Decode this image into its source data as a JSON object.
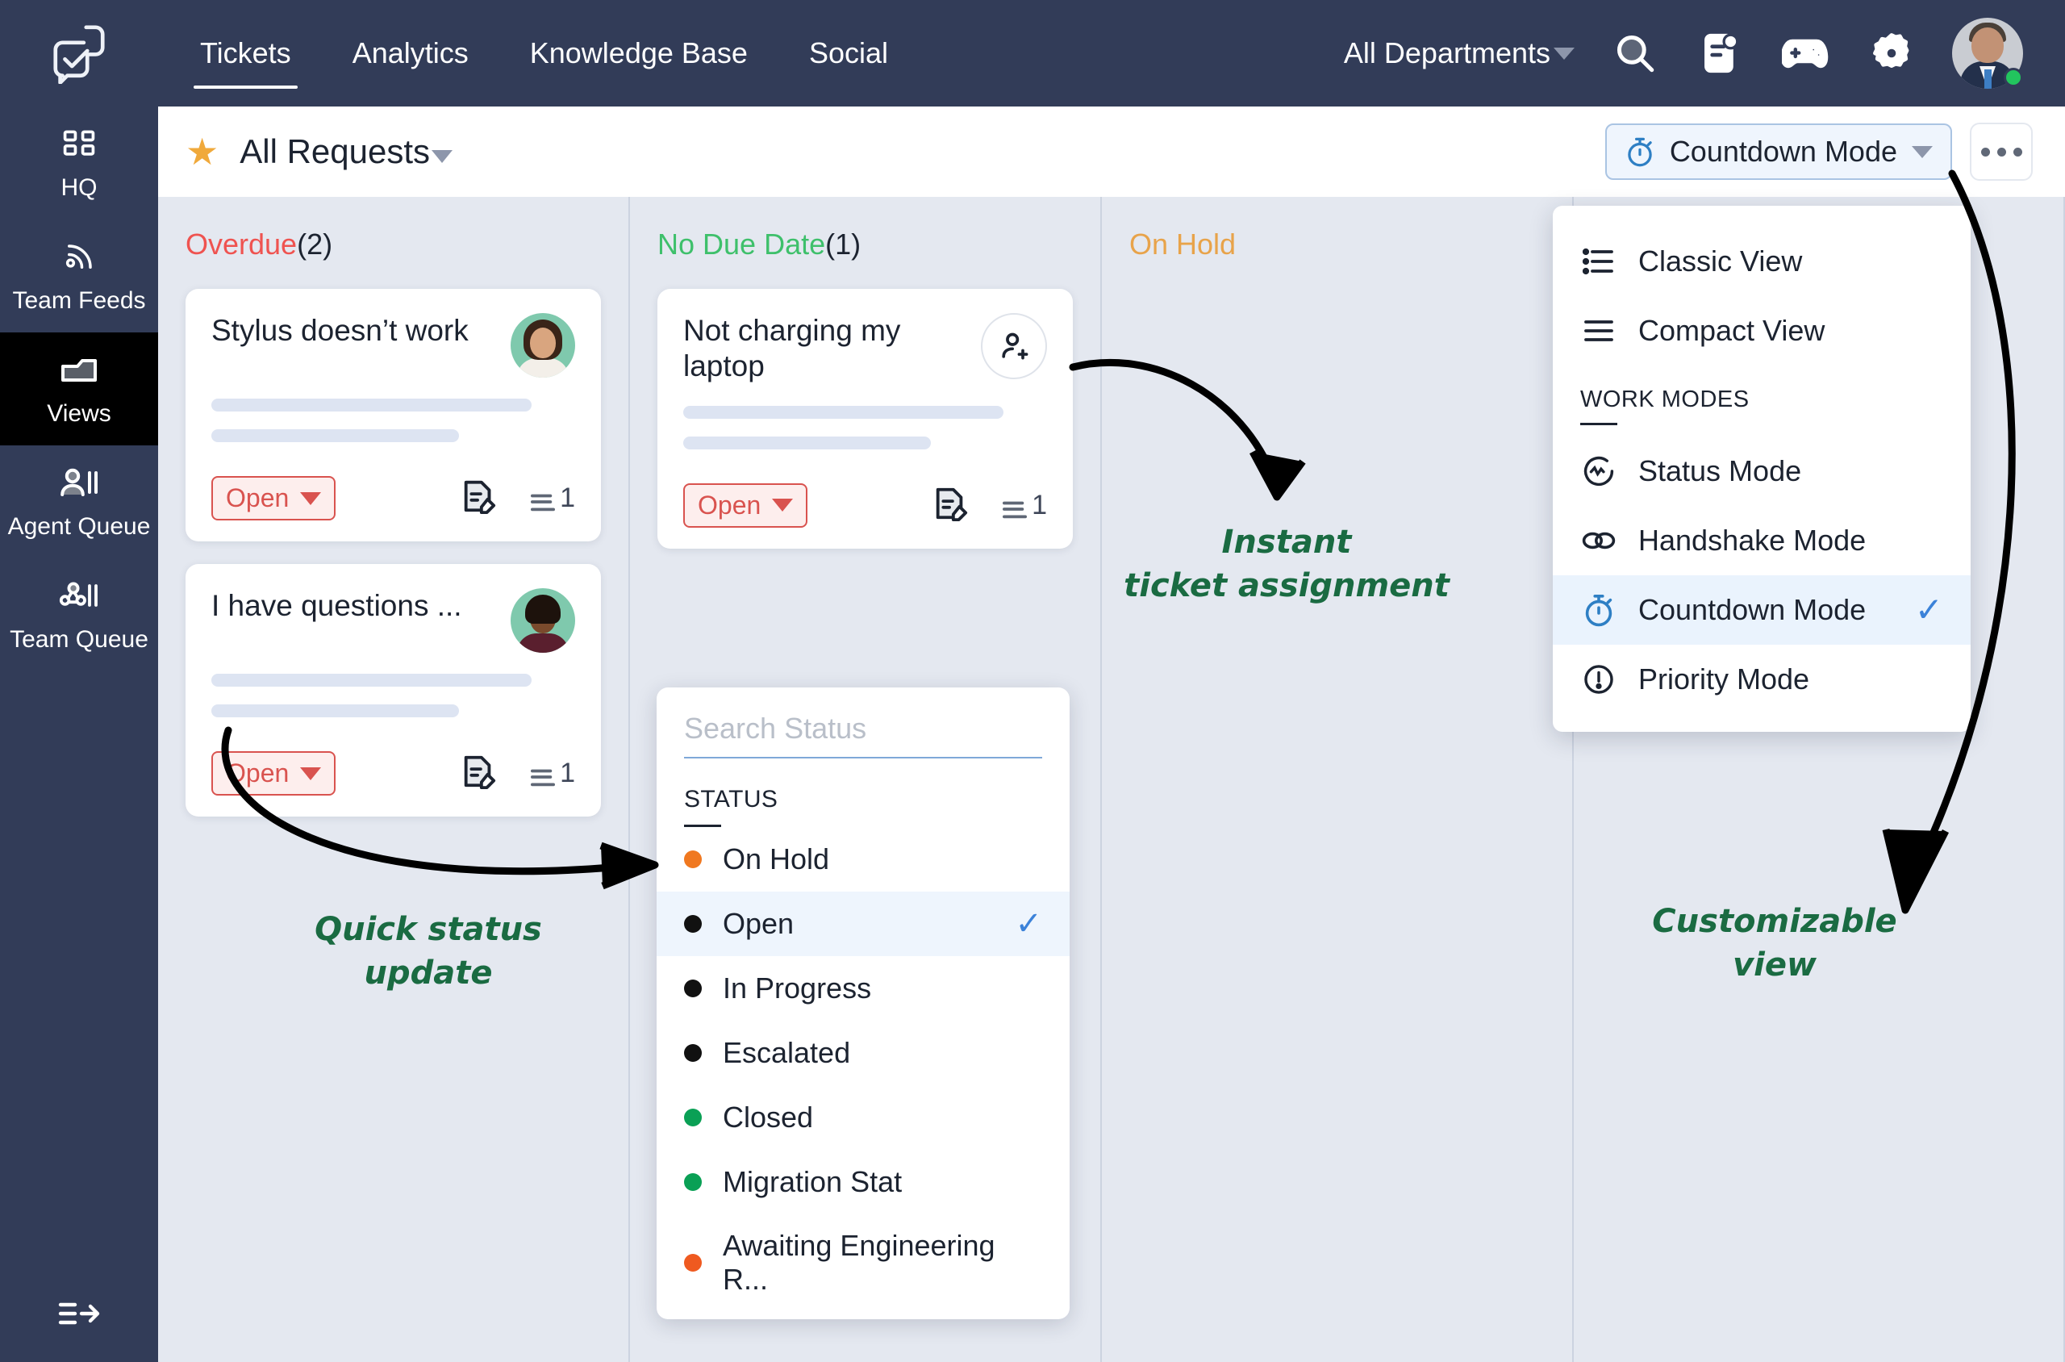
{
  "brand": {
    "logo_icon": "chat-check-logo"
  },
  "topnav": {
    "tabs": [
      {
        "label": "Tickets",
        "active": true
      },
      {
        "label": "Analytics",
        "active": false
      },
      {
        "label": "Knowledge Base",
        "active": false
      },
      {
        "label": "Social",
        "active": false
      }
    ],
    "department_filter": "All Departments",
    "icons": [
      "search-icon",
      "notes-icon",
      "gamepad-icon",
      "gear-icon"
    ],
    "avatar_status": "online"
  },
  "sidebar": {
    "items": [
      {
        "label": "HQ",
        "icon": "grid-icon",
        "active": false
      },
      {
        "label": "Team\nFeeds",
        "icon": "rss-icon",
        "active": false
      },
      {
        "label": "Views",
        "icon": "folder-icon",
        "active": true
      },
      {
        "label": "Agent\nQueue",
        "icon": "agent-queue-icon",
        "active": false
      },
      {
        "label": "Team\nQueue",
        "icon": "team-queue-icon",
        "active": false
      }
    ],
    "collapse_icon": "collapse-arrow-icon"
  },
  "page_header": {
    "star_icon": "star-icon",
    "title": "All Requests",
    "mode_button": {
      "label": "Countdown Mode",
      "icon": "stopwatch-icon"
    },
    "kebab_label": "more-options"
  },
  "board": {
    "columns": [
      {
        "title": "Overdue",
        "count": "(2)",
        "color": "#ef5350",
        "cards": [
          {
            "title": "Stylus doesn’t work",
            "status": "Open",
            "avatar": "agent-avatar-female",
            "note_count": "1"
          },
          {
            "title": "I have questions ...",
            "status": "Open",
            "avatar": "agent-avatar-male",
            "note_count": "1"
          }
        ]
      },
      {
        "title": "No Due Date",
        "count": "(1)",
        "color": "#3ec06b",
        "cards": [
          {
            "title": "Not charging my laptop",
            "status": "Open",
            "avatar": "add-assignee-icon",
            "note_count": "1"
          }
        ]
      },
      {
        "title": "On Hold",
        "count": "",
        "color": "#e8a34a",
        "cards": []
      },
      {
        "title": "",
        "count": "",
        "color": "",
        "cards": []
      }
    ]
  },
  "status_dropdown": {
    "search_placeholder": "Search Status",
    "search_value": "",
    "section_label": "STATUS",
    "options": [
      {
        "label": "On Hold",
        "color": "#f07820",
        "selected": false
      },
      {
        "label": "Open",
        "color": "#111111",
        "selected": true
      },
      {
        "label": "In Progress",
        "color": "#111111",
        "selected": false
      },
      {
        "label": "Escalated",
        "color": "#111111",
        "selected": false
      },
      {
        "label": "Closed",
        "color": "#0aa055",
        "selected": false
      },
      {
        "label": "Migration Stat",
        "color": "#0aa055",
        "selected": false
      },
      {
        "label": "Awaiting Engineering R...",
        "color": "#ef5a20",
        "selected": false
      }
    ]
  },
  "mode_menu": {
    "views": [
      {
        "label": "Classic View",
        "icon": "list-bullets-icon"
      },
      {
        "label": "Compact View",
        "icon": "list-lines-icon"
      }
    ],
    "section_label": "WORK MODES",
    "modes": [
      {
        "label": "Status Mode",
        "icon": "pulse-icon",
        "selected": false
      },
      {
        "label": "Handshake Mode",
        "icon": "link-icon",
        "selected": false
      },
      {
        "label": "Countdown Mode",
        "icon": "stopwatch-icon",
        "selected": true
      },
      {
        "label": "Priority Mode",
        "icon": "exclamation-icon",
        "selected": false
      }
    ],
    "check_glyph": "✓"
  },
  "annotations": [
    {
      "text": "Instant\nticket assignment",
      "color": "#1a6b42"
    },
    {
      "text": "Quick status\nupdate",
      "color": "#1a6b42"
    },
    {
      "text": "Customizable\nview",
      "color": "#1a6b42"
    }
  ]
}
